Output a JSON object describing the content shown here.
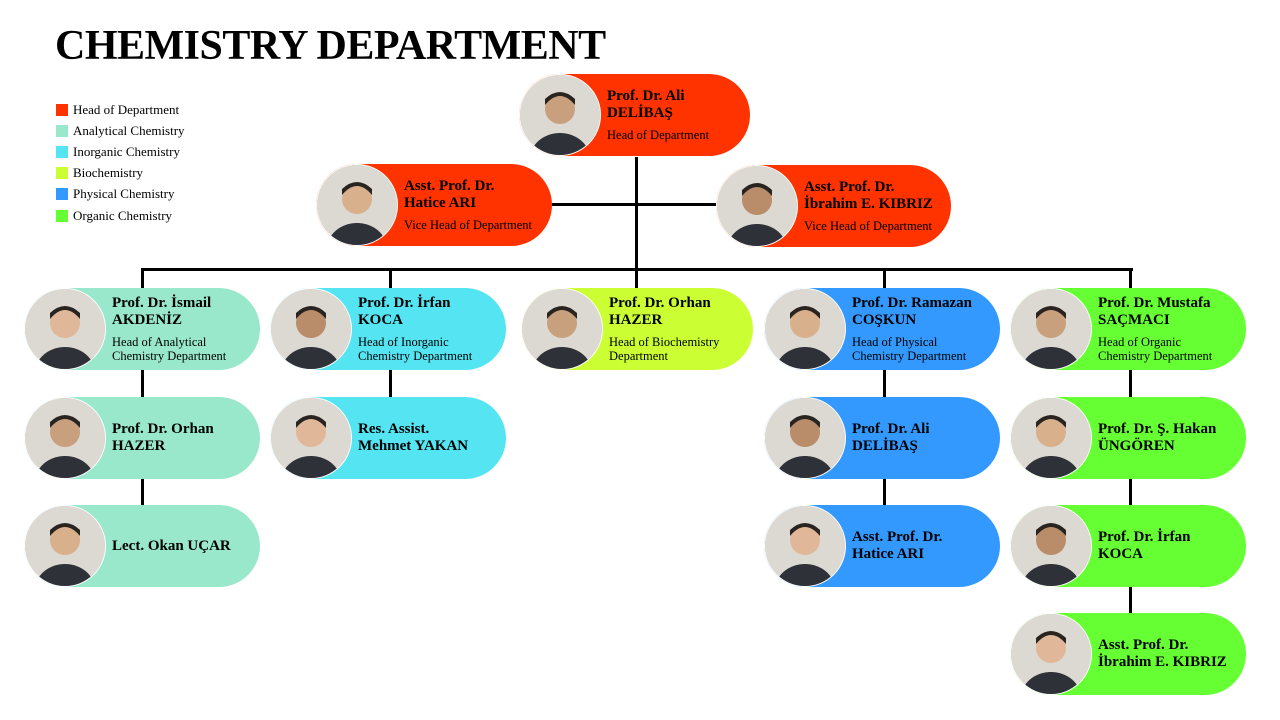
{
  "title": "CHEMISTRY DEPARTMENT",
  "colors": {
    "head": "#FF3300",
    "analytical": "#99E8CC",
    "inorganic": "#55E5F2",
    "biochemistry": "#CCFF33",
    "physical": "#3399FF",
    "organic": "#66FF33"
  },
  "legend": [
    {
      "label": "Head of Department",
      "color": "head"
    },
    {
      "label": "Analytical Chemistry",
      "color": "analytical"
    },
    {
      "label": "Inorganic Chemistry",
      "color": "inorganic"
    },
    {
      "label": "Biochemistry",
      "color": "biochemistry"
    },
    {
      "label": "Physical Chemistry",
      "color": "physical"
    },
    {
      "label": "Organic Chemistry",
      "color": "organic"
    }
  ],
  "cards": [
    {
      "id": "head",
      "color": "head",
      "name": [
        "Prof.  Dr. Ali",
        "DELİBAŞ"
      ],
      "role": [
        "Head of Department"
      ]
    },
    {
      "id": "vice-1",
      "color": "head",
      "name": [
        "Asst. Prof.  Dr.",
        "Hatice ARI"
      ],
      "role": [
        "Vice  Head of Department"
      ]
    },
    {
      "id": "vice-2",
      "color": "head",
      "name": [
        "Asst. Prof.  Dr.",
        "İbrahim  E. KIBRIZ"
      ],
      "role": [
        "Vice  Head of Department"
      ]
    },
    {
      "id": "analytical-head",
      "color": "analytical",
      "name": [
        "Prof.  Dr. İsmail",
        "AKDENİZ"
      ],
      "role": [
        "Head of Analytical",
        "Chemistry  Department"
      ]
    },
    {
      "id": "analytical-2",
      "color": "analytical",
      "name": [
        "Prof.  Dr. Orhan",
        "HAZER"
      ],
      "role": []
    },
    {
      "id": "analytical-3",
      "color": "analytical",
      "name": [
        "Lect. Okan UÇAR"
      ],
      "role": []
    },
    {
      "id": "inorganic-head",
      "color": "inorganic",
      "name": [
        "Prof.  Dr. İrfan",
        "KOCA"
      ],
      "role": [
        "Head of Inorganic",
        "Chemistry  Department"
      ]
    },
    {
      "id": "inorganic-2",
      "color": "inorganic",
      "name": [
        "Res. Assist.",
        "Mehmet YAKAN"
      ],
      "role": []
    },
    {
      "id": "biochemistry-head",
      "color": "biochemistry",
      "name": [
        "Prof.  Dr. Orhan",
        "HAZER"
      ],
      "role": [
        "Head of Biochemistry",
        "Department"
      ]
    },
    {
      "id": "physical-head",
      "color": "physical",
      "name": [
        "Prof.  Dr. Ramazan",
        "COŞKUN"
      ],
      "role": [
        "Head of Physical",
        "Chemistry  Department"
      ]
    },
    {
      "id": "physical-2",
      "color": "physical",
      "name": [
        "Prof.  Dr. Ali",
        "DELİBAŞ"
      ],
      "role": []
    },
    {
      "id": "physical-3",
      "color": "physical",
      "name": [
        "Asst. Prof.  Dr.",
        "Hatice ARI"
      ],
      "role": []
    },
    {
      "id": "organic-head",
      "color": "organic",
      "name": [
        "Prof.  Dr. Mustafa",
        "SAÇMACI"
      ],
      "role": [
        "Head of Organic",
        "Chemistry  Department"
      ]
    },
    {
      "id": "organic-2",
      "color": "organic",
      "name": [
        "Prof.  Dr. Ş. Hakan",
        "ÜNGÖREN"
      ],
      "role": []
    },
    {
      "id": "organic-3",
      "color": "organic",
      "name": [
        "Prof.  Dr. İrfan",
        "KOCA"
      ],
      "role": []
    },
    {
      "id": "organic-4",
      "color": "organic",
      "name": [
        "Asst. Prof.  Dr.",
        "İbrahim  E. KIBRIZ"
      ],
      "role": []
    }
  ]
}
